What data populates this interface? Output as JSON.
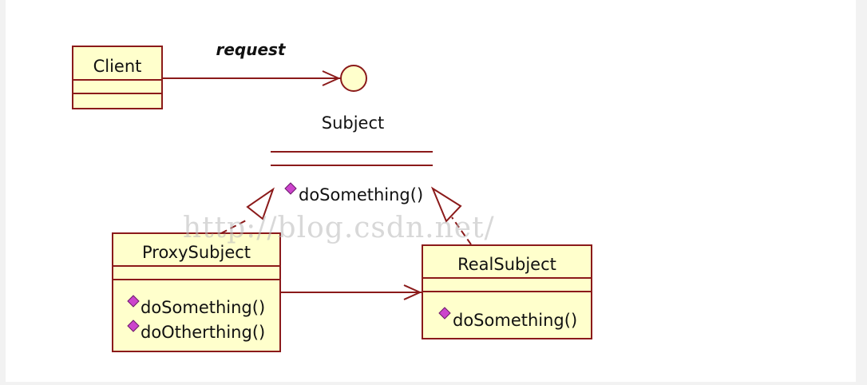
{
  "diagram": {
    "client": {
      "name": "Client"
    },
    "request_label": "request",
    "subject": {
      "name": "Subject",
      "operations": [
        "doSomething()"
      ]
    },
    "proxy_subject": {
      "name": "ProxySubject",
      "operations": [
        "doSomething()",
        "doOtherthing()"
      ]
    },
    "real_subject": {
      "name": "RealSubject",
      "operations": [
        "doSomething()"
      ]
    },
    "watermark": "http://blog.csdn.net/"
  },
  "colors": {
    "class_fill": "#ffffcc",
    "class_stroke": "#8b1a1a",
    "operation_marker": "#cc44cc"
  }
}
